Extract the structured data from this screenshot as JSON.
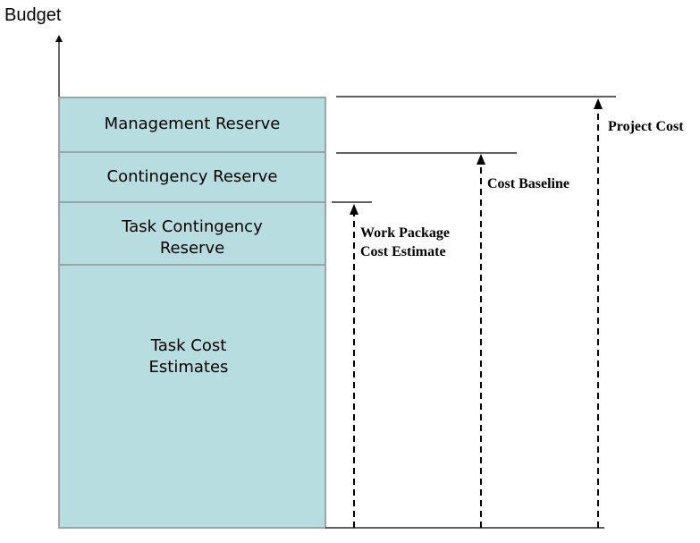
{
  "axis": {
    "title": "Budget"
  },
  "blocks": [
    {
      "id": "management-reserve",
      "lines": [
        "Management Reserve"
      ]
    },
    {
      "id": "contingency-reserve",
      "lines": [
        "Contingency Reserve"
      ]
    },
    {
      "id": "task-contingency-reserve",
      "lines": [
        "Task Contingency",
        "Reserve"
      ]
    },
    {
      "id": "task-cost-estimates",
      "lines": [
        "Task Cost",
        "Estimates"
      ]
    }
  ],
  "levels": {
    "work_package": {
      "lines": [
        "Work Package",
        "Cost Estimate"
      ]
    },
    "cost_baseline": {
      "lines": [
        "Cost Baseline"
      ]
    },
    "project_cost": {
      "lines": [
        "Project Cost"
      ]
    }
  },
  "colors": {
    "block_fill": "#b7dde0",
    "block_border": "#9aa3a5",
    "line": "#000000"
  }
}
